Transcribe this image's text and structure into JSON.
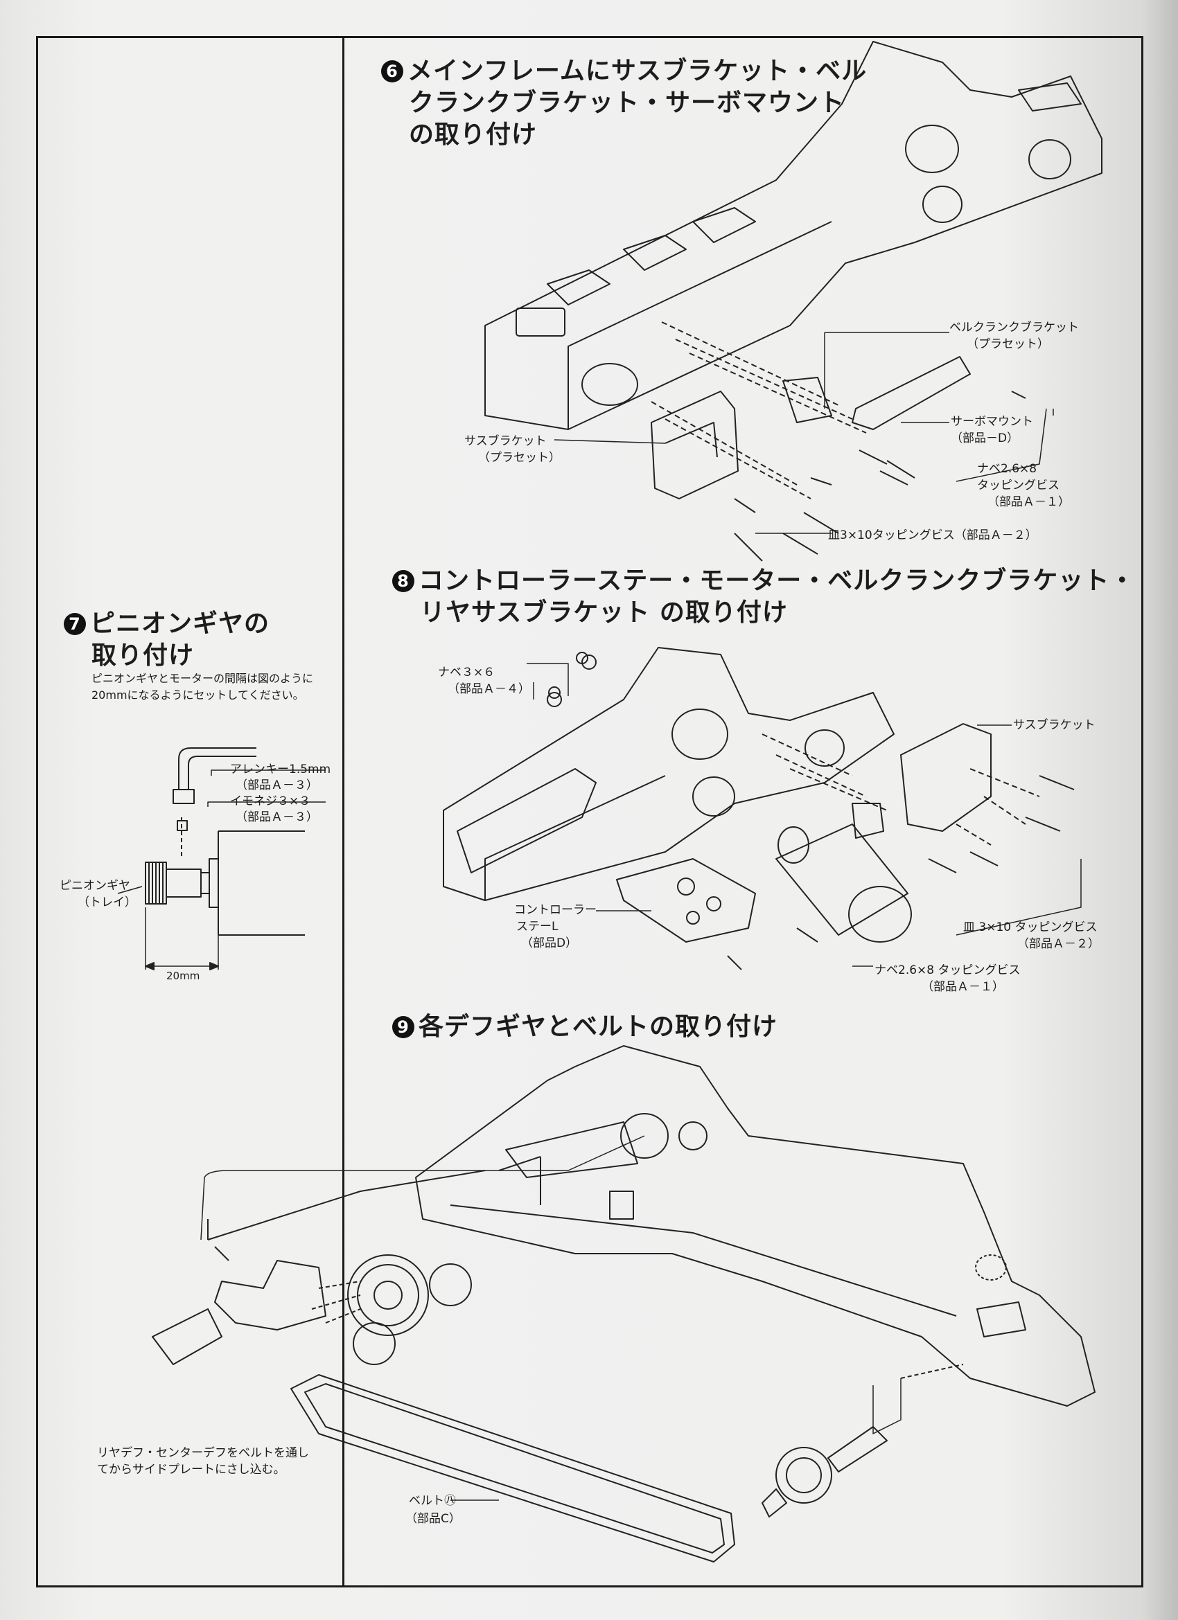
{
  "sections": {
    "s6": {
      "number": "6",
      "title_lines": [
        "メインフレームにサスブラケット・ベル",
        "クランクブラケット・サーボマウント",
        "の取り付け"
      ]
    },
    "s7": {
      "number": "7",
      "title_lines": [
        "ピニオンギヤの",
        "取り付け"
      ],
      "description": "ピニオンギヤとモーターの間隔は図のように20mmになるようにセットしてください。"
    },
    "s8": {
      "number": "8",
      "title_lines": [
        "コントローラーステー・モーター・ベルクランクブラケット・",
        "リヤサスブラケット の取り付け"
      ]
    },
    "s9": {
      "number": "9",
      "title_lines": [
        "各デフギヤとベルトの取り付け"
      ]
    }
  },
  "labels6": {
    "bellcrank_1": "ベルクランクブラケット",
    "bellcrank_2": "（プラセット）",
    "servo_1": "サーボマウント",
    "servo_2": "（部品－D）",
    "susp_1": "サスブラケット",
    "susp_2": "（プラセット）",
    "screw_a1_1": "ナベ2.6×8",
    "screw_a1_2": "タッピングビス",
    "screw_a1_3": "（部品Ａ－１）",
    "screw_a2": "皿3×10タッピングビス（部品Ａ－２）"
  },
  "labels7": {
    "allen_1": "アレンキー1.5mm",
    "allen_2": "（部品Ａ－３）",
    "setscrew_1": "イモネジ３×３",
    "setscrew_2": "（部品Ａ－３）",
    "pinion_1": "ピニオンギヤ",
    "pinion_2": "（トレイ）",
    "distance": "20mm"
  },
  "labels8": {
    "nabe_1": "ナベ３×６",
    "nabe_2": "（部品Ａ－４）",
    "susp": "サスブラケット",
    "ctrl_1": "コントローラー",
    "ctrl_2": "ステーL",
    "ctrl_3": "（部品D）",
    "sara_1": "皿 3×10 タッピングビス",
    "sara_2": "（部品Ａ－２）",
    "nabe26_1": "ナベ2.6×8 タッピングビス",
    "nabe26_2": "（部品Ａ－１）"
  },
  "labels9": {
    "note": "リヤデフ・センターデフをベルトを通してからサイドプレートにさし込む。",
    "belt_1": "ベルト㊇",
    "belt_2": "（部品C）"
  }
}
